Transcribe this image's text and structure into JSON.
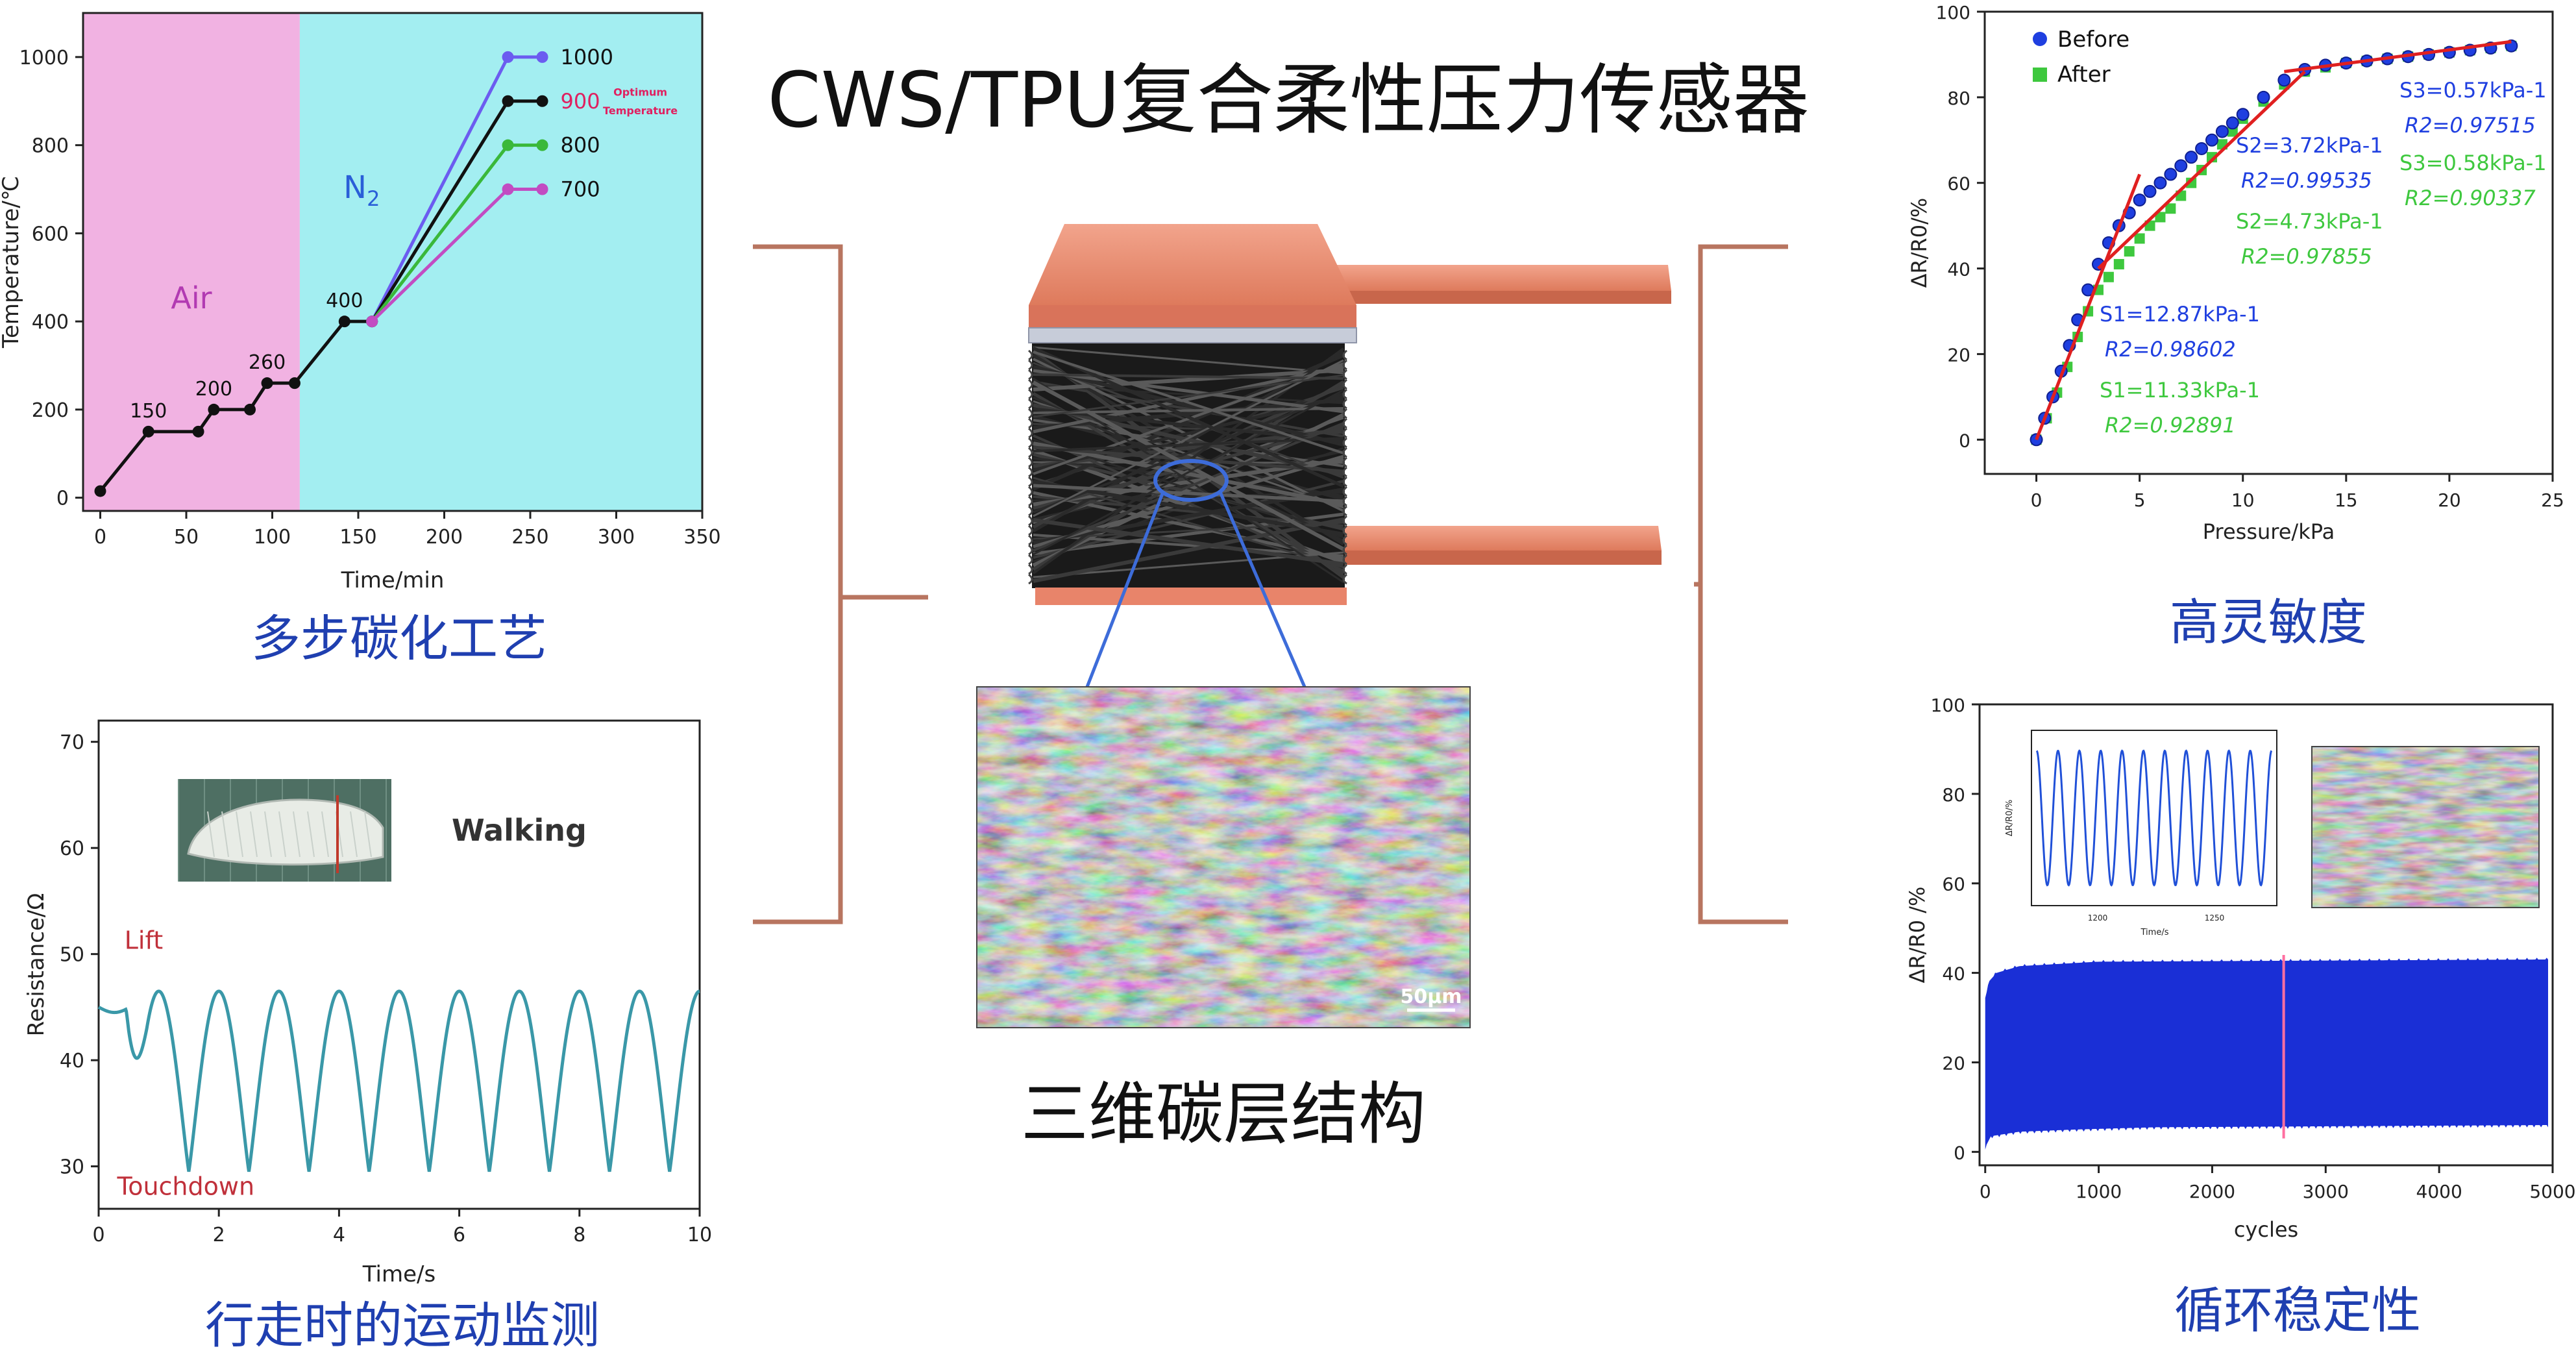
{
  "main_title": "CWS/TPU复合柔性压力传感器",
  "captions": {
    "carbonization": "多步碳化工艺",
    "sensitivity": "高灵敏度",
    "structure": "三维碳层结构",
    "walking": "行走时的运动监测",
    "cycling": "循环稳定性"
  },
  "sem_scale": "50μm",
  "colors": {
    "bracket": "#b87560",
    "air_region": "#f1b2e2",
    "n2_region": "#a3eef1",
    "electrode": "#e8846a",
    "walking_line": "#3a98a8",
    "cycle_fill": "#1a2fd6"
  },
  "chart_data": [
    {
      "id": "carbonization",
      "type": "line",
      "xlabel": "Time/min",
      "ylabel": "Temperature/℃",
      "xlim": [
        -10,
        350
      ],
      "ylim": [
        -30,
        1100
      ],
      "xticks": [
        0,
        50,
        100,
        150,
        200,
        250,
        300,
        350
      ],
      "yticks": [
        0,
        200,
        400,
        600,
        800,
        1000
      ],
      "regions": [
        {
          "label": "Air",
          "x0": -10,
          "x1": 116
        },
        {
          "label": "N2",
          "x0": 116,
          "x1": 350
        }
      ],
      "base_series": {
        "x": [
          0,
          28,
          57,
          66,
          87,
          97,
          113,
          142,
          158
        ],
        "y": [
          15,
          150,
          150,
          200,
          200,
          260,
          260,
          400,
          400
        ]
      },
      "step_labels": [
        {
          "x": 28,
          "y": 150,
          "text": "150"
        },
        {
          "x": 66,
          "y": 200,
          "text": "200"
        },
        {
          "x": 97,
          "y": 260,
          "text": "260"
        },
        {
          "x": 142,
          "y": 400,
          "text": "400"
        }
      ],
      "branches": [
        {
          "name": "1000",
          "color": "#6b5cf0",
          "x": [
            158,
            237,
            257
          ],
          "y": [
            400,
            1000,
            1000
          ]
        },
        {
          "name": "900",
          "color": "#111111",
          "x": [
            158,
            237,
            257
          ],
          "y": [
            400,
            900,
            900
          ]
        },
        {
          "name": "800",
          "color": "#3ab83a",
          "x": [
            158,
            237,
            257
          ],
          "y": [
            400,
            800,
            800
          ]
        },
        {
          "name": "700",
          "color": "#c24cc2",
          "x": [
            158,
            237,
            257
          ],
          "y": [
            400,
            700,
            700
          ]
        }
      ],
      "optimum_note": [
        "Optimum",
        "Temperature"
      ]
    },
    {
      "id": "sensitivity",
      "type": "scatter",
      "xlabel": "Pressure/kPa",
      "ylabel": "ΔR/R0/%",
      "xlim": [
        -2.5,
        25
      ],
      "ylim": [
        -8,
        100
      ],
      "xticks": [
        0,
        5,
        10,
        15,
        20,
        25
      ],
      "yticks": [
        0,
        20,
        40,
        60,
        80,
        100
      ],
      "legend": [
        "Before",
        "After"
      ],
      "series": [
        {
          "name": "Before",
          "color": "#1f3fe0",
          "x": [
            0,
            0.4,
            0.8,
            1.2,
            1.6,
            2,
            2.5,
            3,
            3.5,
            4,
            4.5,
            5,
            5.5,
            6,
            6.5,
            7,
            7.5,
            8,
            8.5,
            9,
            9.5,
            10,
            11,
            12,
            13,
            14,
            15,
            16,
            17,
            18,
            19,
            20,
            21,
            22,
            23
          ],
          "y": [
            0,
            5,
            10,
            16,
            22,
            28,
            35,
            41,
            46,
            50,
            53,
            56,
            58,
            60,
            62,
            64,
            66,
            68,
            70,
            72,
            74,
            76,
            80,
            84,
            86.5,
            87.5,
            88,
            88.5,
            89,
            89.5,
            90,
            90.5,
            91,
            91.5,
            92
          ]
        },
        {
          "name": "After",
          "color": "#3ec83e",
          "x": [
            0,
            0.5,
            1,
            1.5,
            2,
            2.5,
            3,
            3.5,
            4,
            4.5,
            5,
            5.5,
            6,
            6.5,
            7,
            7.5,
            8,
            8.5,
            9,
            9.5,
            10,
            11,
            12,
            13,
            14,
            15,
            16,
            17,
            18,
            19,
            20,
            21,
            22,
            23
          ],
          "y": [
            0,
            5,
            11,
            17,
            24,
            30,
            35,
            38,
            41,
            44,
            47,
            50,
            52,
            54,
            57,
            60,
            63,
            66,
            69,
            72,
            75,
            79,
            83,
            86,
            87,
            88,
            88.5,
            89,
            89.5,
            90,
            90.5,
            91,
            91.5,
            92
          ]
        }
      ],
      "fits": [
        {
          "x": [
            0,
            5
          ],
          "y": [
            0,
            62
          ]
        },
        {
          "x": [
            3,
            13
          ],
          "y": [
            40,
            86
          ]
        },
        {
          "x": [
            12,
            23
          ],
          "y": [
            86,
            93
          ]
        }
      ],
      "annotations": [
        {
          "color": "#1f3fe0",
          "lines": [
            "S1=12.87kPa-1",
            "R2=0.98602"
          ]
        },
        {
          "color": "#3ec83e",
          "lines": [
            "S1=11.33kPa-1",
            "R2=0.92891"
          ]
        },
        {
          "color": "#1f3fe0",
          "lines": [
            "S2=3.72kPa-1",
            "R2=0.99535"
          ]
        },
        {
          "color": "#3ec83e",
          "lines": [
            "S2=4.73kPa-1",
            "R2=0.97855"
          ]
        },
        {
          "color": "#1f3fe0",
          "lines": [
            "S3=0.57kPa-1",
            "R2=0.97515"
          ]
        },
        {
          "color": "#3ec83e",
          "lines": [
            "S3=0.58kPa-1",
            "R2=0.90337"
          ]
        }
      ]
    },
    {
      "id": "walking",
      "type": "line",
      "title": "Walking",
      "xlabel": "Time/s",
      "ylabel": "Resistance/Ω",
      "xlim": [
        0,
        10
      ],
      "ylim": [
        26,
        72
      ],
      "xticks": [
        0,
        2,
        4,
        6,
        8,
        10
      ],
      "yticks": [
        30,
        40,
        50,
        60,
        70
      ],
      "annotations": [
        "Lift",
        "Touchdown"
      ],
      "period_s": 1.0,
      "baseline_ohm": 45,
      "peak_ohm": 46.5,
      "trough_ohm": 29.5,
      "first_peak_s": 1.0
    },
    {
      "id": "cycling",
      "type": "area",
      "xlabel": "cycles",
      "ylabel": "ΔR/R0 /%",
      "xlim": [
        -50,
        5000
      ],
      "ylim": [
        -3,
        100
      ],
      "xticks": [
        0,
        1000,
        2000,
        3000,
        4000,
        5000
      ],
      "yticks": [
        0,
        20,
        40,
        60,
        80,
        100
      ],
      "upper_envelope": {
        "x": [
          0,
          30,
          100,
          300,
          1000,
          5000
        ],
        "y": [
          34,
          38,
          40,
          41.5,
          42.5,
          43
        ]
      },
      "lower_envelope": {
        "x": [
          0,
          50,
          300,
          800,
          1500,
          5000
        ],
        "y": [
          1,
          3.5,
          4.5,
          5,
          5.5,
          6
        ]
      },
      "marker_cycle": 2630,
      "inset_time": {
        "xlabel": "Time/s",
        "ylabel": "ΔR/R0/%",
        "xticks": [
          "1200",
          "1250"
        ],
        "cycles_shown": 11
      }
    }
  ]
}
